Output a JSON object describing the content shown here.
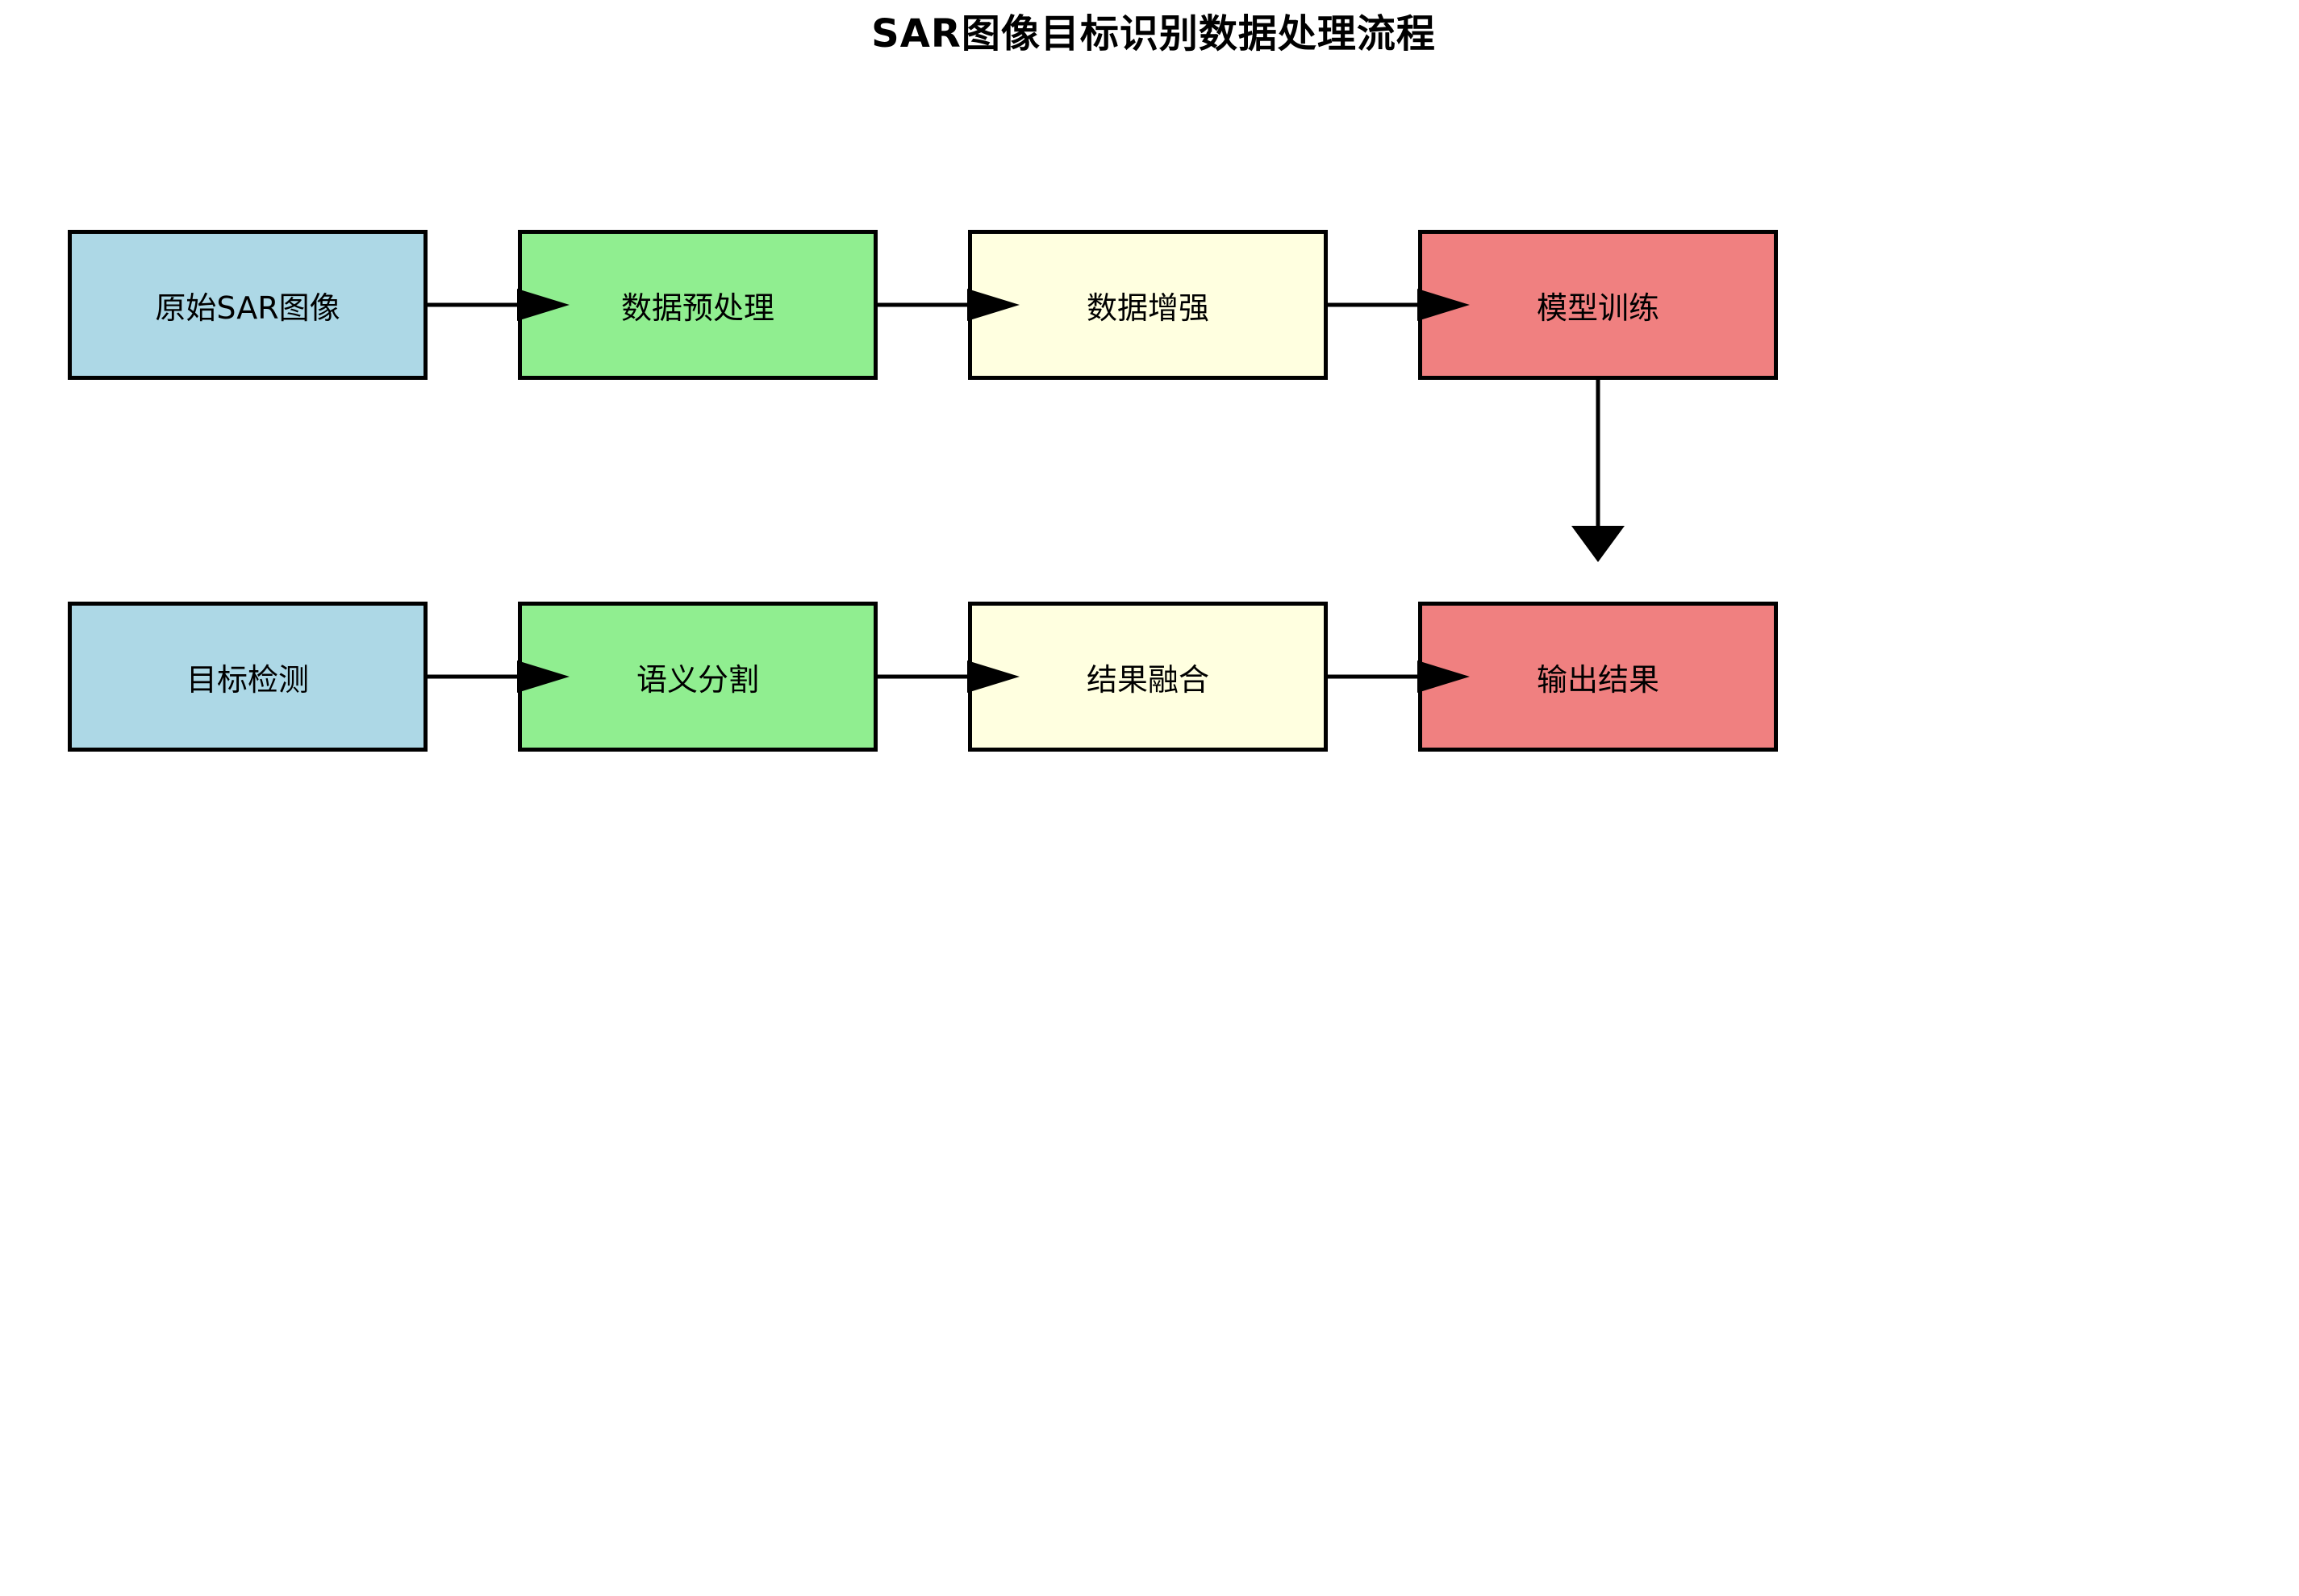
{
  "title": "SAR图像目标识别数据处理流程",
  "colors": {
    "background": "#FFFFFF",
    "line": "#000000",
    "text": "#000000",
    "node_blue": "#ADD8E6",
    "node_green": "#90EE90",
    "node_yellow": "#FFFFE0",
    "node_red": "#F08080"
  },
  "nodes": [
    {
      "id": "raw-sar-image",
      "label": "原始SAR图像",
      "fill": "#ADD8E6",
      "row": 1,
      "col": 1
    },
    {
      "id": "data-preprocessing",
      "label": "数据预处理",
      "fill": "#90EE90",
      "row": 1,
      "col": 2
    },
    {
      "id": "data-augmentation",
      "label": "数据增强",
      "fill": "#FFFFE0",
      "row": 1,
      "col": 3
    },
    {
      "id": "model-training",
      "label": "模型训练",
      "fill": "#F08080",
      "row": 1,
      "col": 4
    },
    {
      "id": "target-detection",
      "label": "目标检测",
      "fill": "#ADD8E6",
      "row": 2,
      "col": 1
    },
    {
      "id": "semantic-segmentation",
      "label": "语义分割",
      "fill": "#90EE90",
      "row": 2,
      "col": 2
    },
    {
      "id": "result-fusion",
      "label": "结果融合",
      "fill": "#FFFFE0",
      "row": 2,
      "col": 3
    },
    {
      "id": "output-result",
      "label": "输出结果",
      "fill": "#F08080",
      "row": 2,
      "col": 4
    }
  ],
  "edges": [
    {
      "from": "raw-sar-image",
      "to": "data-preprocessing",
      "direction": "right"
    },
    {
      "from": "data-preprocessing",
      "to": "data-augmentation",
      "direction": "right"
    },
    {
      "from": "data-augmentation",
      "to": "model-training",
      "direction": "right"
    },
    {
      "from": "model-training",
      "to": "output-result",
      "direction": "down"
    },
    {
      "from": "target-detection",
      "to": "semantic-segmentation",
      "direction": "right"
    },
    {
      "from": "semantic-segmentation",
      "to": "result-fusion",
      "direction": "right"
    },
    {
      "from": "result-fusion",
      "to": "output-result",
      "direction": "right"
    }
  ]
}
